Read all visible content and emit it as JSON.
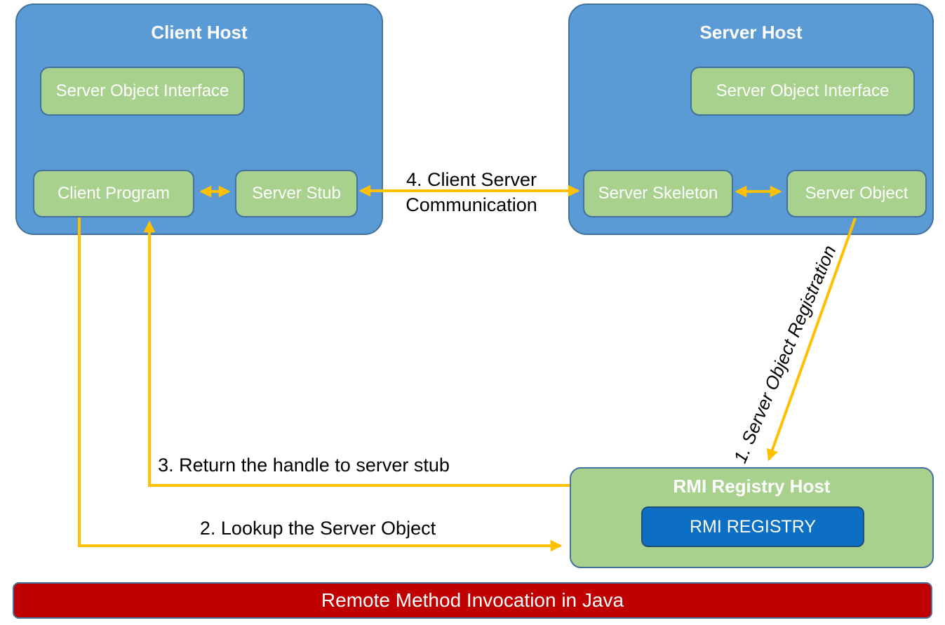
{
  "client_host": {
    "title": "Client Host",
    "interface_label": "Server Object Interface",
    "program_label": "Client Program",
    "stub_label": "Server Stub"
  },
  "server_host": {
    "title": "Server Host",
    "interface_label": "Server Object Interface",
    "skeleton_label": "Server Skeleton",
    "object_label": "Server Object"
  },
  "registry_host": {
    "title": "RMI Registry Host",
    "registry_label": "RMI REGISTRY"
  },
  "flow_labels": {
    "registration": "1. Server Object Registration",
    "lookup": "2. Lookup the Server Object",
    "return_handle": "3. Return the handle to server stub",
    "communication_line1": "4. Client Server",
    "communication_line2": "Communication"
  },
  "banner": {
    "text": "Remote Method Invocation in Java"
  },
  "colors": {
    "host-fill": "#5B9BD5",
    "host-border": "#41719C",
    "green-fill": "#A9D18E",
    "green-border": "#41719C",
    "registry-inner-fill": "#0C6FC4",
    "registry-inner-border": "#1F4E79",
    "banner-fill": "#C00000",
    "banner-border": "#41719C",
    "arrow": "#FFC000",
    "label-text": "#000000",
    "box-text": "#FFFFFF"
  }
}
